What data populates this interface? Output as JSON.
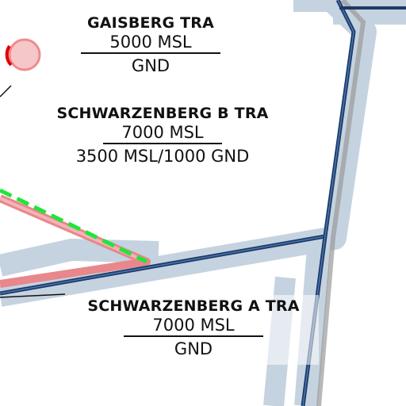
{
  "airspaces": [
    {
      "id": "gaisberg",
      "name": "GAISBERG TRA",
      "upper_limit": "5000 MSL",
      "lower_limit": "GND"
    },
    {
      "id": "schwarzenberg_b",
      "name": "SCHWARZENBERG B TRA",
      "upper_limit": "7000 MSL",
      "lower_limit": "3500 MSL/1000 GND"
    },
    {
      "id": "schwarzenberg_a",
      "name": "SCHWARZENBERG A TRA",
      "upper_limit": "7000 MSL",
      "lower_limit": "GND"
    }
  ],
  "colors": {
    "boundary_fill": "#c5d3e0",
    "boundary_line": "#1d3a66",
    "route_pink": "#e8878c",
    "route_green_dashed": "#1ee63a",
    "navaid_circle": "#f6c7c9",
    "navaid_stroke": "#f08a8f"
  }
}
